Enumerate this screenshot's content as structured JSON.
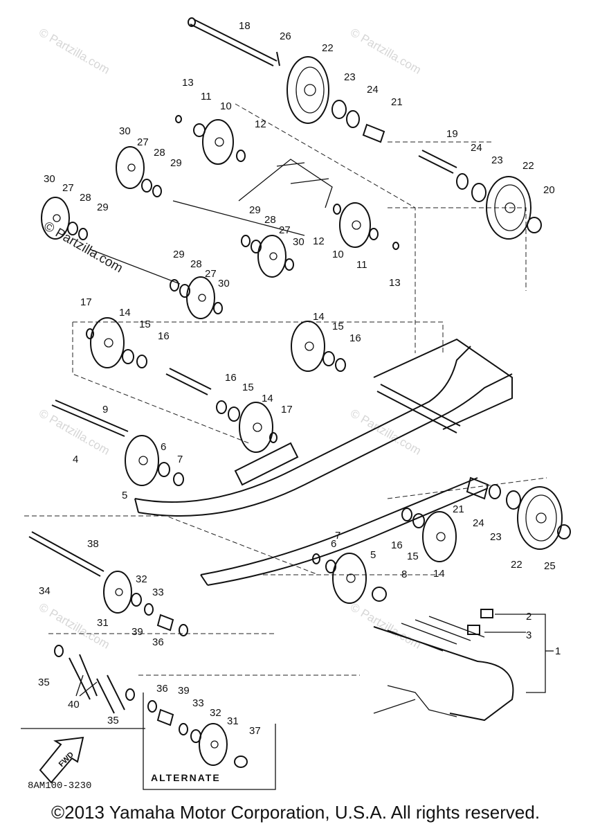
{
  "diagram": {
    "code": "8AM100-3230",
    "alternate_label": "ALTERNATE",
    "fwd_label": "FWD",
    "watermark": "© Partzilla.com",
    "callouts": [
      {
        "id": "c18",
        "text": "18"
      },
      {
        "id": "c26",
        "text": "26"
      },
      {
        "id": "c22a",
        "text": "22"
      },
      {
        "id": "c13a",
        "text": "13"
      },
      {
        "id": "c11a",
        "text": "11"
      },
      {
        "id": "c10a",
        "text": "10"
      },
      {
        "id": "c23a",
        "text": "23"
      },
      {
        "id": "c24a",
        "text": "24"
      },
      {
        "id": "c21a",
        "text": "21"
      },
      {
        "id": "c12a",
        "text": "12"
      },
      {
        "id": "c30a",
        "text": "30"
      },
      {
        "id": "c27a",
        "text": "27"
      },
      {
        "id": "c28a",
        "text": "28"
      },
      {
        "id": "c29a",
        "text": "29"
      },
      {
        "id": "c19",
        "text": "19"
      },
      {
        "id": "c24b",
        "text": "24"
      },
      {
        "id": "c23b",
        "text": "23"
      },
      {
        "id": "c22b",
        "text": "22"
      },
      {
        "id": "c20",
        "text": "20"
      },
      {
        "id": "c30b",
        "text": "30"
      },
      {
        "id": "c27b",
        "text": "27"
      },
      {
        "id": "c28b",
        "text": "28"
      },
      {
        "id": "c29b",
        "text": "29"
      },
      {
        "id": "c29c",
        "text": "29"
      },
      {
        "id": "c28c",
        "text": "28"
      },
      {
        "id": "c27c",
        "text": "27"
      },
      {
        "id": "c30c",
        "text": "30"
      },
      {
        "id": "c12b",
        "text": "12"
      },
      {
        "id": "c10b",
        "text": "10"
      },
      {
        "id": "c11b",
        "text": "11"
      },
      {
        "id": "c13b",
        "text": "13"
      },
      {
        "id": "c29d",
        "text": "29"
      },
      {
        "id": "c28d",
        "text": "28"
      },
      {
        "id": "c27d",
        "text": "27"
      },
      {
        "id": "c30d",
        "text": "30"
      },
      {
        "id": "c17a",
        "text": "17"
      },
      {
        "id": "c14a",
        "text": "14"
      },
      {
        "id": "c15a",
        "text": "15"
      },
      {
        "id": "c16a",
        "text": "16"
      },
      {
        "id": "c14b",
        "text": "14"
      },
      {
        "id": "c15b",
        "text": "15"
      },
      {
        "id": "c16b",
        "text": "16"
      },
      {
        "id": "c16c",
        "text": "16"
      },
      {
        "id": "c15c",
        "text": "15"
      },
      {
        "id": "c14c",
        "text": "14"
      },
      {
        "id": "c17b",
        "text": "17"
      },
      {
        "id": "c9",
        "text": "9"
      },
      {
        "id": "c4",
        "text": "4"
      },
      {
        "id": "c6a",
        "text": "6"
      },
      {
        "id": "c7a",
        "text": "7"
      },
      {
        "id": "c5a",
        "text": "5"
      },
      {
        "id": "c21b",
        "text": "21"
      },
      {
        "id": "c24c",
        "text": "24"
      },
      {
        "id": "c23c",
        "text": "23"
      },
      {
        "id": "c22c",
        "text": "22"
      },
      {
        "id": "c25",
        "text": "25"
      },
      {
        "id": "c16d",
        "text": "16"
      },
      {
        "id": "c15d",
        "text": "15"
      },
      {
        "id": "c14d",
        "text": "14"
      },
      {
        "id": "c7b",
        "text": "7"
      },
      {
        "id": "c6b",
        "text": "6"
      },
      {
        "id": "c5b",
        "text": "5"
      },
      {
        "id": "c8",
        "text": "8"
      },
      {
        "id": "c38",
        "text": "38"
      },
      {
        "id": "c34",
        "text": "34"
      },
      {
        "id": "c32a",
        "text": "32"
      },
      {
        "id": "c33a",
        "text": "33"
      },
      {
        "id": "c31a",
        "text": "31"
      },
      {
        "id": "c39a",
        "text": "39"
      },
      {
        "id": "c36a",
        "text": "36"
      },
      {
        "id": "c35a",
        "text": "35"
      },
      {
        "id": "c40",
        "text": "40"
      },
      {
        "id": "c35b",
        "text": "35"
      },
      {
        "id": "c36b",
        "text": "36"
      },
      {
        "id": "c39b",
        "text": "39"
      },
      {
        "id": "c33b",
        "text": "33"
      },
      {
        "id": "c32b",
        "text": "32"
      },
      {
        "id": "c31b",
        "text": "31"
      },
      {
        "id": "c37",
        "text": "37"
      },
      {
        "id": "c2",
        "text": "2"
      },
      {
        "id": "c3",
        "text": "3"
      },
      {
        "id": "c1",
        "text": "1"
      }
    ]
  },
  "footer": {
    "copyright": "©2013 Yamaha Motor Corporation, U.S.A. All rights reserved."
  }
}
